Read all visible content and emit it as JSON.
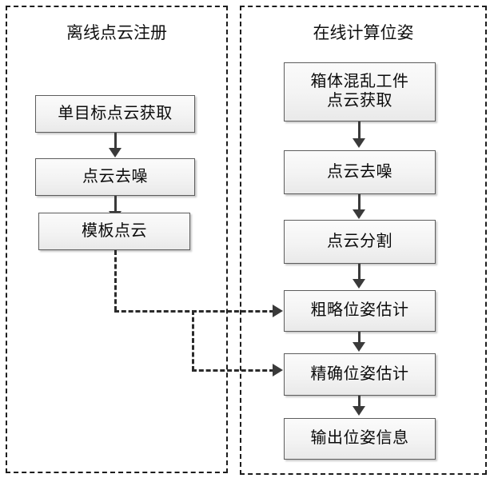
{
  "diagram": {
    "title_offline": "离线点云注册",
    "title_online": "在线计算位姿",
    "offline_nodes": [
      {
        "id": "single-target-acquire",
        "label": "单目标点云获取"
      },
      {
        "id": "denoise-offline",
        "label": "点云去噪"
      },
      {
        "id": "template-cloud",
        "label": "模板点云"
      }
    ],
    "online_nodes": [
      {
        "id": "bin-cluttered-acquire",
        "label": "箱体混乱工件\n点云获取"
      },
      {
        "id": "denoise-online",
        "label": "点云去噪"
      },
      {
        "id": "segmentation",
        "label": "点云分割"
      },
      {
        "id": "coarse-pose",
        "label": "粗略位姿估计"
      },
      {
        "id": "fine-pose",
        "label": "精确位姿估计"
      },
      {
        "id": "output-pose",
        "label": "输出位姿信息"
      }
    ],
    "colors": {
      "panel_border": "#1d1d1d",
      "node_border": "#5d5d5d",
      "node_fill_top": "#fbfbfb",
      "node_fill_bottom": "#e9e9e9",
      "connector": "#3a3a3a",
      "feedback_connector": "#2b2b2b",
      "text": "#0b0b0b",
      "background": "#ffffff"
    }
  }
}
